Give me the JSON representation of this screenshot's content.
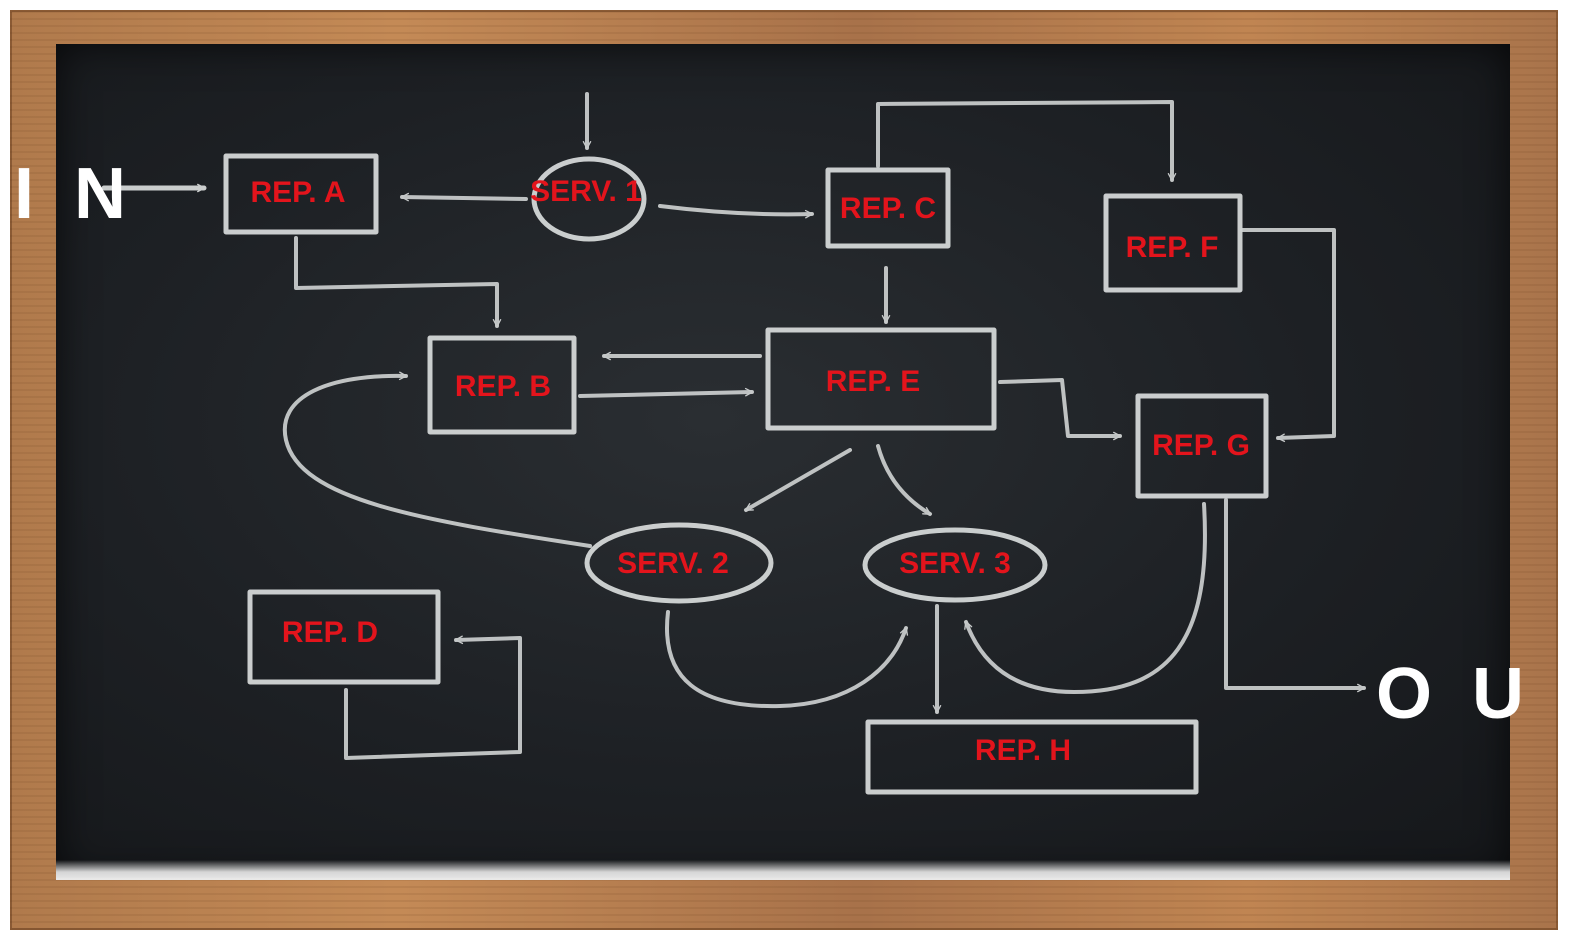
{
  "diagram": {
    "input_label": "I N",
    "output_label": "O U T",
    "nodes": {
      "rep_a": "REP. A",
      "rep_b": "REP. B",
      "rep_c": "REP. C",
      "rep_d": "REP. D",
      "rep_e": "REP. E",
      "rep_f": "REP.  F",
      "rep_g": "REP. G",
      "rep_h": "REP. H",
      "serv_1": "SERV. 1",
      "serv_2": "SERV. 2",
      "serv_3": "SERV. 3"
    },
    "edges": [
      {
        "from": "IN",
        "to": "REP. A"
      },
      {
        "from": "SERV. 1",
        "to": "REP. A"
      },
      {
        "from": "SERV. 1",
        "to": "REP. C"
      },
      {
        "from": "REP. A",
        "to": "REP. B"
      },
      {
        "from": "REP. C",
        "to": "REP. E"
      },
      {
        "from": "REP. C",
        "to": "REP. F"
      },
      {
        "from": "REP. E",
        "to": "REP. B"
      },
      {
        "from": "REP. B",
        "to": "REP. E"
      },
      {
        "from": "REP. E",
        "to": "REP. G"
      },
      {
        "from": "REP. F",
        "to": "REP. G"
      },
      {
        "from": "REP. E",
        "to": "SERV. 2"
      },
      {
        "from": "REP. E",
        "to": "SERV. 3"
      },
      {
        "from": "SERV. 2",
        "to": "REP. B"
      },
      {
        "from": "SERV. 2",
        "to": "SERV. 3"
      },
      {
        "from": "SERV. 3",
        "to": "REP. H"
      },
      {
        "from": "REP. G",
        "to": "SERV. 3"
      },
      {
        "from": "REP. G",
        "to": "OUT"
      },
      {
        "from": "REP. D",
        "to": "REP. D"
      }
    ],
    "colors": {
      "board": "#1d2024",
      "chalk": "#d9dcdc",
      "label_red": "#e3141c",
      "frame_wood": "#b07a4c",
      "io_text": "#ffffff"
    }
  }
}
